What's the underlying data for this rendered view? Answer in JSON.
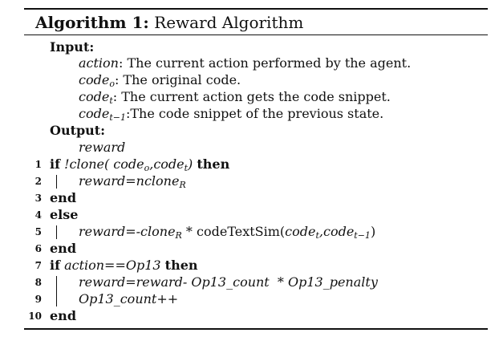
{
  "caption": {
    "label": "Algorithm 1:",
    "title": "Reward Algorithm"
  },
  "input": {
    "heading": "Input:",
    "items": [
      {
        "name": "action",
        "sub": "",
        "desc": ": The current action performed by the agent."
      },
      {
        "name": "code",
        "sub": "o",
        "desc": ": The original code."
      },
      {
        "name": "code",
        "sub": "t",
        "desc": ": The current action gets the code snippet."
      },
      {
        "name": "code",
        "sub": "t−1",
        "desc": ":The code snippet of the previous state."
      }
    ]
  },
  "output": {
    "heading": "Output:",
    "value": "reward"
  },
  "lines": [
    {
      "num": "1",
      "kw_if": "if",
      "cond_a": "!clone( code",
      "cond_sub1": "o",
      "cond_b": ",code",
      "cond_sub2": "t",
      "cond_c": ")",
      "kw_then": "then"
    },
    {
      "num": "2",
      "text_a": "reward=nclone",
      "text_sub": "R"
    },
    {
      "num": "3",
      "kw": "end"
    },
    {
      "num": "4",
      "kw": "else"
    },
    {
      "num": "5",
      "text_a": "reward=-clone",
      "text_sub": "R",
      "text_b": " * codeTextSim(",
      "arg_a": "code",
      "arg_sub1": "t",
      "arg_b": ",code",
      "arg_sub2": "t−1",
      "arg_c": ")"
    },
    {
      "num": "6",
      "kw": "end"
    },
    {
      "num": "7",
      "kw_if": "if",
      "cond": "action==Op13",
      "kw_then": "then"
    },
    {
      "num": "8",
      "text": "reward=reward- Op13_count  * Op13_penalty"
    },
    {
      "num": "9",
      "text": "Op13_count++"
    },
    {
      "num": "10",
      "kw": "end"
    }
  ]
}
